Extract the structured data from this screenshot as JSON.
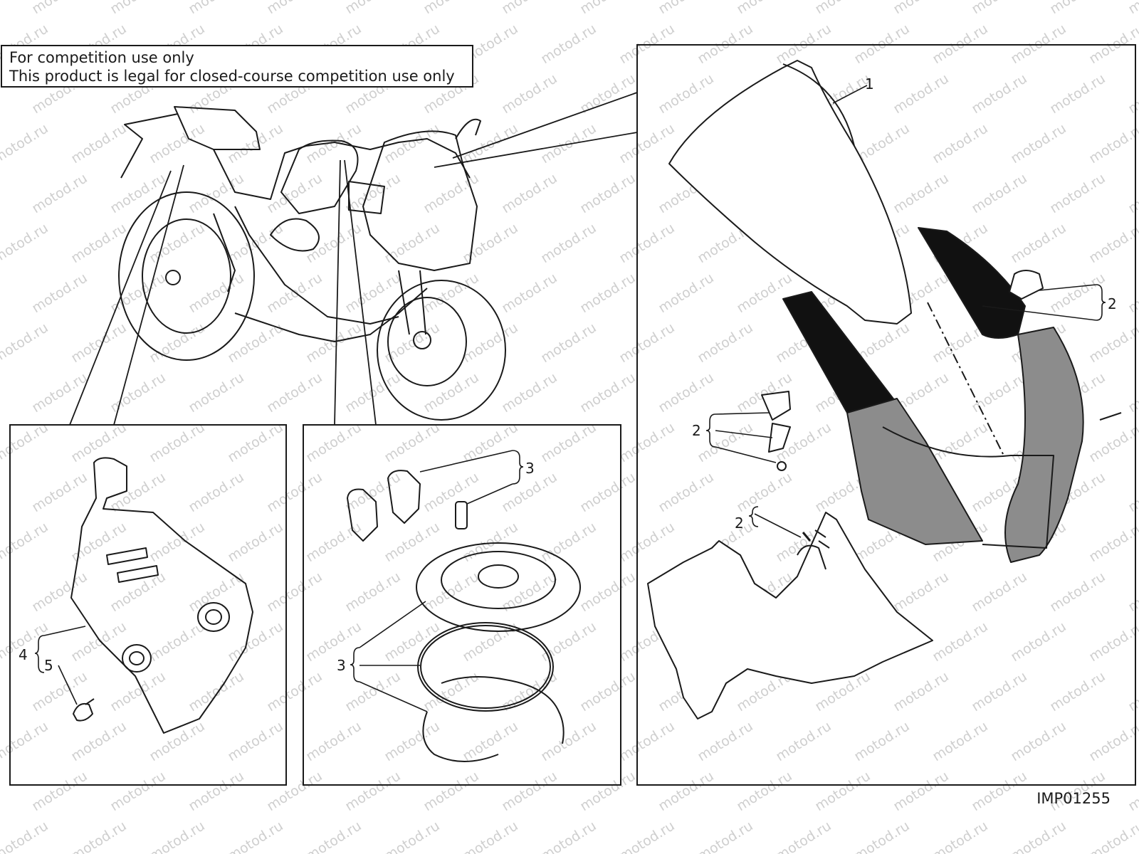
{
  "notice": {
    "line1": "For competition use only",
    "line2": "This product is legal for closed-course competition use only"
  },
  "drawing_code": "IMP01255",
  "watermark": "motod.ru",
  "callouts": {
    "windscreen": "1",
    "mirror_cover_right": "2",
    "mirror_cover_left": "2",
    "fairing_screw": "2",
    "cap_parts": "3",
    "cap_set": "3",
    "heat_guard": "4",
    "guard_screw": "5"
  },
  "colors": {
    "line": "#1a1a1a",
    "dark_fill": "#111111",
    "grey_fill": "#8c8c8c",
    "watermark": "#cfcfcf"
  }
}
